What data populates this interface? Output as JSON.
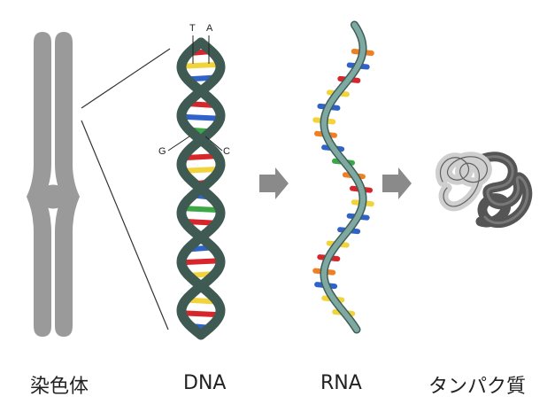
{
  "labels": {
    "chromosome": "染色体",
    "dna": "DNA",
    "rna": "RNA",
    "protein": "タンパク質"
  },
  "base_pair_labels": {
    "top_left": "T",
    "top_right": "A",
    "mid_left": "G",
    "mid_right": "C"
  },
  "colors": {
    "chromosome": "#9a9a9a",
    "dna_strand": "#3f5a52",
    "rna_strand": "#7fa8a0",
    "arrow": "#8a8a8a",
    "base_red": "#d6262b",
    "base_yellow": "#f2d43a",
    "base_blue": "#2f63c8",
    "base_green": "#3aa845",
    "base_orange": "#ef7f22",
    "protein_light": "#cfcfcf",
    "protein_dark": "#555555"
  },
  "dna_base_colors": [
    "red",
    "yellow",
    "blue",
    "yellow",
    "red",
    "blue",
    "green",
    "yellow",
    "red",
    "yellow",
    "red",
    "blue",
    "green",
    "red",
    "yellow",
    "blue",
    "red",
    "yellow",
    "green",
    "yellow",
    "red",
    "blue"
  ],
  "rna_base_colors": [
    "orange",
    "blue",
    "red",
    "yellow",
    "blue",
    "yellow",
    "orange",
    "blue",
    "green",
    "orange",
    "red",
    "yellow",
    "blue",
    "blue",
    "yellow",
    "red",
    "orange",
    "blue",
    "yellow",
    "yellow"
  ]
}
